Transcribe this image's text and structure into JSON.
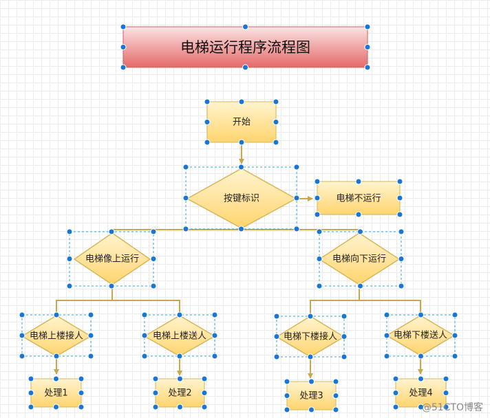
{
  "diagram": {
    "title": "电梯运行程序流程图",
    "nodes": {
      "start": "开始",
      "key_check": "按键标识",
      "not_running": "电梯不运行",
      "up": "电梯像上运行",
      "down": "电梯向下运行",
      "up_pickup": "电梯上楼接人",
      "up_deliver": "电梯上楼送人",
      "down_pickup": "电梯下楼接人",
      "down_deliver": "电梯下楼送人",
      "p1": "处理1",
      "p2": "处理2",
      "p3": "处理3",
      "p4": "处理4"
    }
  },
  "watermark": "@51CTO博客",
  "colors": {
    "title_fill_top": "#fbe3e3",
    "title_fill_bottom": "#e46a6a",
    "node_fill_top": "#fff4cf",
    "node_fill_bottom": "#ffd46e",
    "node_stroke": "#d6b656",
    "connector": "#c8a84e",
    "handle": "#1976d2",
    "selection": "#29a8e0"
  }
}
